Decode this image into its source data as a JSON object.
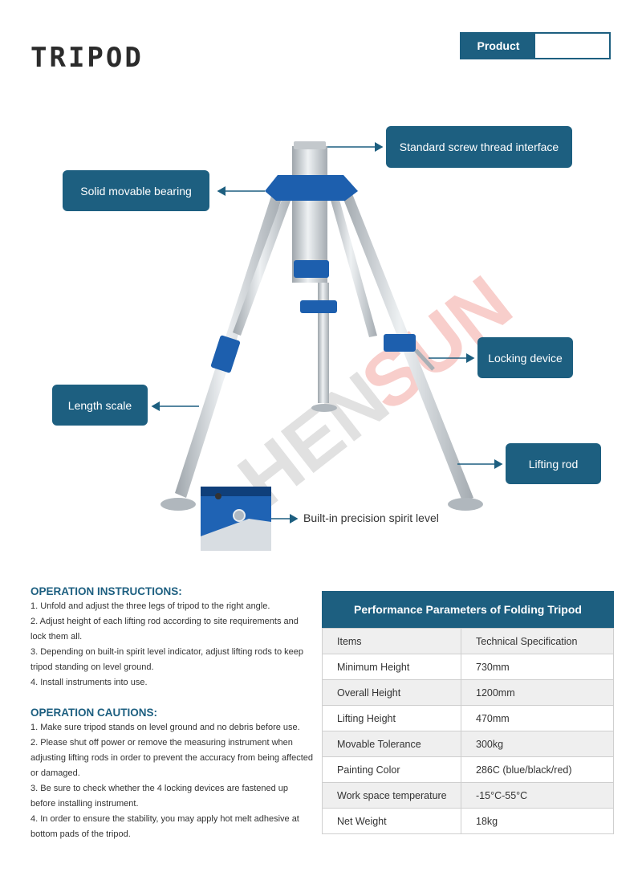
{
  "header": {
    "title": "TRIPOD",
    "product_label": "Product",
    "product_value": ""
  },
  "callouts": {
    "screw_thread": "Standard screw thread interface",
    "bearing": "Solid movable bearing",
    "locking": "Locking device",
    "length_scale": "Length scale",
    "lifting_rod": "Lifting rod",
    "spirit_level": "Built-in precision spirit level"
  },
  "watermark": "HENSUN",
  "instructions": {
    "heading": "OPERATION INSTRUCTIONS:",
    "items": [
      "1. Unfold and adjust the three legs of tripod to the right angle.",
      "2. Adjust height of each lifting rod according to site requirements and lock them all.",
      "3. Depending on built-in spirit level indicator, adjust lifting rods to keep tripod standing on level ground.",
      "4. Install instruments into use."
    ]
  },
  "cautions": {
    "heading": "OPERATION CAUTIONS:",
    "items": [
      "1. Make sure tripod stands on level ground and no debris before use.",
      "2. Please shut off power or remove the measuring instrument when adjusting lifting rods in order to prevent the accuracy from being affected or damaged.",
      "3. Be sure to check whether the 4 locking devices are fastened up before installing instrument.",
      "4. In order to ensure the stability, you may apply hot melt adhesive at bottom pads of the tripod."
    ]
  },
  "spec_table": {
    "title": "Performance Parameters of Folding Tripod",
    "rows": [
      [
        "Items",
        "Technical Specification"
      ],
      [
        "Minimum Height",
        "730mm"
      ],
      [
        "Overall Height",
        "1200mm"
      ],
      [
        "Lifting Height",
        "470mm"
      ],
      [
        "Movable Tolerance",
        "300kg"
      ],
      [
        "Painting Color",
        "286C (blue/black/red)"
      ],
      [
        "Work space temperature",
        "-15°C-55°C"
      ],
      [
        "Net Weight",
        "18kg"
      ]
    ]
  },
  "colors": {
    "brand": "#1d5f80",
    "accent_blue": "#1d5fae",
    "watermark_red": "#e8342c"
  }
}
